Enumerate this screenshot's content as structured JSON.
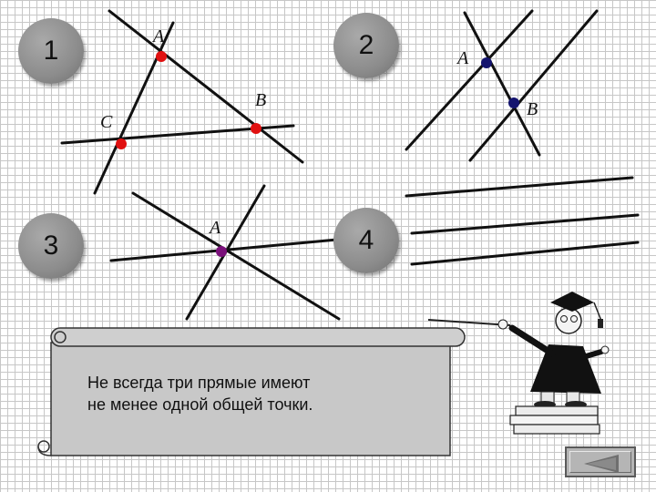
{
  "panels": {
    "p1": {
      "number": "1",
      "labels": {
        "A": "A",
        "B": "B",
        "C": "C"
      }
    },
    "p2": {
      "number": "2",
      "labels": {
        "A": "A",
        "B": "B"
      }
    },
    "p3": {
      "number": "3",
      "labels": {
        "A": "A"
      }
    },
    "p4": {
      "number": "4"
    }
  },
  "scroll": {
    "line1": "Не всегда три прямые имеют",
    "line2": "не менее одной общей точки."
  },
  "colors": {
    "panel1_points": "#e01010",
    "panel2_points": "#14146e",
    "panel3_point": "#7a0f7a",
    "scroll_fill": "#c8c8c8"
  },
  "icons": {
    "professor": "professor-figure",
    "back": "back-arrow-icon"
  }
}
